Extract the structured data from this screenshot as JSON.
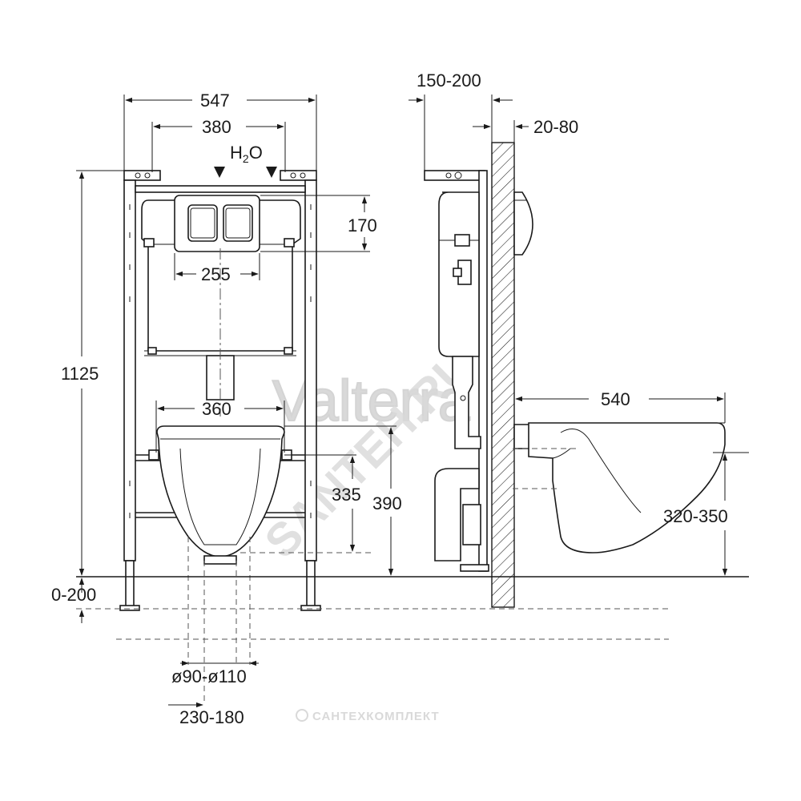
{
  "dimensions": {
    "frame_width": "547",
    "bracket_spacing": "380",
    "water_label_main": "H",
    "water_label_sub": "2",
    "water_label_end": "O",
    "button_height": "170",
    "button_width": "255",
    "frame_height": "1125",
    "bowl_fix_spacing": "360",
    "bowl_fix_height": "335",
    "inlet_height": "390",
    "floor_offset": "0-200",
    "drain_diameter": "ø90-ø110",
    "drain_offset": "230-180",
    "frame_depth": "150-200",
    "wall_thickness": "20-80",
    "bowl_projection": "540",
    "bowl_height": "320-350"
  },
  "watermarks": {
    "brand": "Valterra",
    "site": "SANTEH.RU",
    "footer": "САНТЕХКОМПЛЕКТ"
  },
  "colors": {
    "line": "#1a1a1a",
    "watermark": "#d9d9d9",
    "background": "#ffffff"
  }
}
